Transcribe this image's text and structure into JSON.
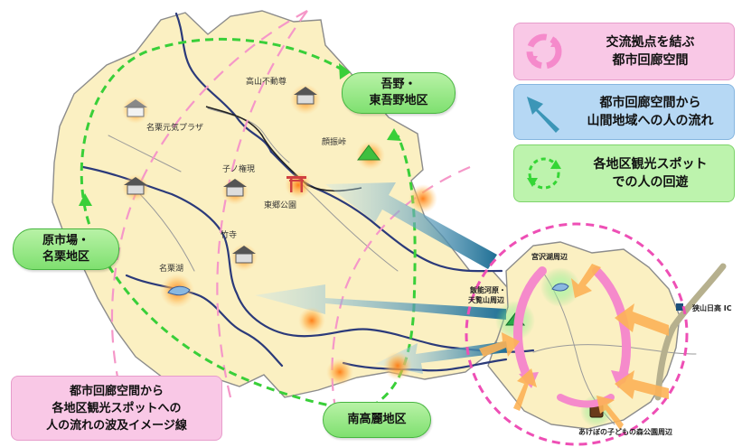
{
  "legend": {
    "corridor_line1": "交流拠点を結ぶ",
    "corridor_line2": "都市回廊空間",
    "flow_line1": "都市回廊空間から",
    "flow_line2": "山間地域への人の流れ",
    "circulation_line1": "各地区観光スポット",
    "circulation_line2": "での人の回遊"
  },
  "note": {
    "line1": "都市回廊空間から",
    "line2": "各地区観光スポットへの",
    "line3": "人の流れの波及イメージ線"
  },
  "districts": {
    "agano_line1": "吾野・",
    "agano_line2": "東吾野地区",
    "haraichiba_line1": "原市場・",
    "haraichiba_line2": "名栗地区",
    "minamikoma": "南高麗地区"
  },
  "spots": {
    "takayama_fudoson": "高山不動尊",
    "naguri_genki_plaza": "名栗元気プラザ",
    "kobushi_toge": "顔振峠",
    "nenogongen": "子ノ権現",
    "togo_koen": "東郷公園",
    "takedera": "竹寺",
    "naguri_ko": "名栗湖"
  },
  "city_spots": {
    "miyazawa_ko": "宮沢湖周辺",
    "tenranzan": "飯能河原・",
    "tenranzan2": "天覧山周辺",
    "sayama_hidaka_ic": "狭山日高 IC",
    "akebono": "あけぼの子どもの森公園周辺"
  },
  "colors": {
    "terrain": "#fbf0c2",
    "district_green": "#7fe070",
    "corridor_pink": "#f58acb",
    "flow_blue": "#2f8fb0",
    "circulation_green": "#35d635",
    "river_navy": "#2b3a7a",
    "hotspot_orange": "#ff9a1f"
  },
  "icons": {
    "temple": "temple-icon",
    "shrine_gate": "torii-icon",
    "mountain": "mountain-icon",
    "lake": "lake-icon",
    "park": "park-icon",
    "interchange": "interchange-icon"
  }
}
